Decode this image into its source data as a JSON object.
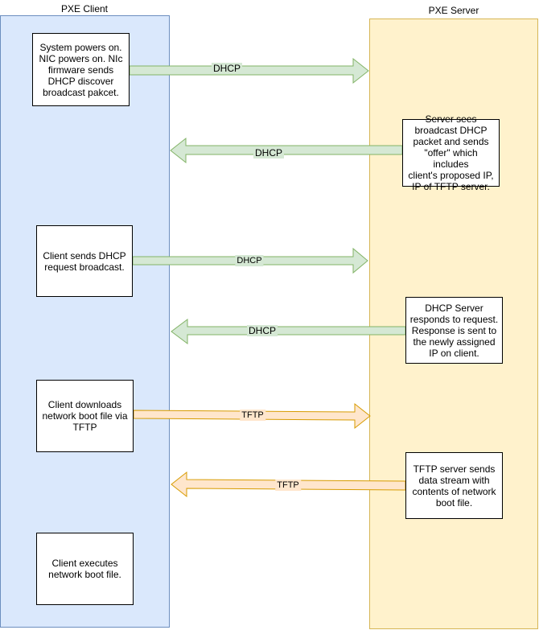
{
  "lanes": {
    "client_title": "PXE Client",
    "server_title": "PXE Server"
  },
  "boxes": {
    "client_power_on": "System powers on.\nNIC powers on. NIc\nfirmware sends\nDHCP discover\nbroadcast pakcet.",
    "server_offer": "Server sees\nbroadcast DHCP\npacket and sends\n\"offer\" which includes\nclient's proposed IP,\nIP of TFTP server.",
    "client_request": "Client sends DHCP\nrequest broadcast.",
    "server_response": "DHCP Server\nresponds to request.\nResponse is sent to\nthe newly assigned\nIP on client.",
    "client_download": "Client downloads\nnetwork boot file via\nTFTP",
    "server_tftp": "TFTP server sends\ndata stream with\ncontents of network\nboot file.",
    "client_execute": "Client executes\nnetwork boot file."
  },
  "arrows": {
    "dhcp_discover": "DHCP",
    "dhcp_offer": "DHCP",
    "dhcp_request": "DHCP",
    "dhcp_ack": "DHCP",
    "tftp_request": "TFTP",
    "tftp_data": "TFTP"
  },
  "colors": {
    "client_lane_fill": "#dae8fc",
    "client_lane_stroke": "#6c8ebf",
    "server_lane_fill": "#fff2cc",
    "server_lane_stroke": "#d6b656",
    "dhcp_arrow_fill": "#d5e8d4",
    "dhcp_arrow_stroke": "#82b366",
    "tftp_arrow_fill": "#ffe6cc",
    "tftp_arrow_stroke": "#d79b00"
  }
}
